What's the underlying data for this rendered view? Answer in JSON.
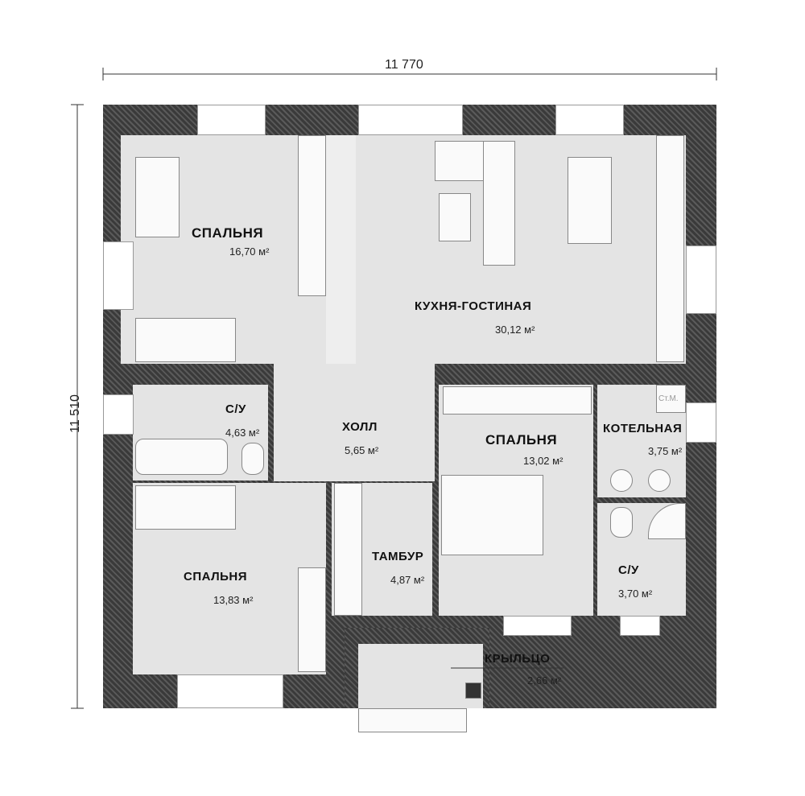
{
  "dimensions": {
    "width": "11 770",
    "height": "11 510"
  },
  "rooms": [
    {
      "name": "СПАЛЬНЯ",
      "area": "16,70 м²"
    },
    {
      "name": "КУХНЯ-ГОСТИНАЯ",
      "area": "30,12 м²"
    },
    {
      "name": "С/У",
      "area": "4,63 м²"
    },
    {
      "name": "ХОЛЛ",
      "area": "5,65 м²"
    },
    {
      "name": "СПАЛЬНЯ",
      "area": "13,02 м²"
    },
    {
      "name": "КОТЕЛЬНАЯ",
      "area": "3,75 м²"
    },
    {
      "name": "СПАЛЬНЯ",
      "area": "13,83 м²"
    },
    {
      "name": "ТАМБУР",
      "area": "4,87 м²"
    },
    {
      "name": "С/У",
      "area": "3,70 м²"
    },
    {
      "name": "КРЫЛЬЦО",
      "area": "2,66 м²"
    }
  ],
  "fixtures": {
    "washer": "Ст.М."
  }
}
